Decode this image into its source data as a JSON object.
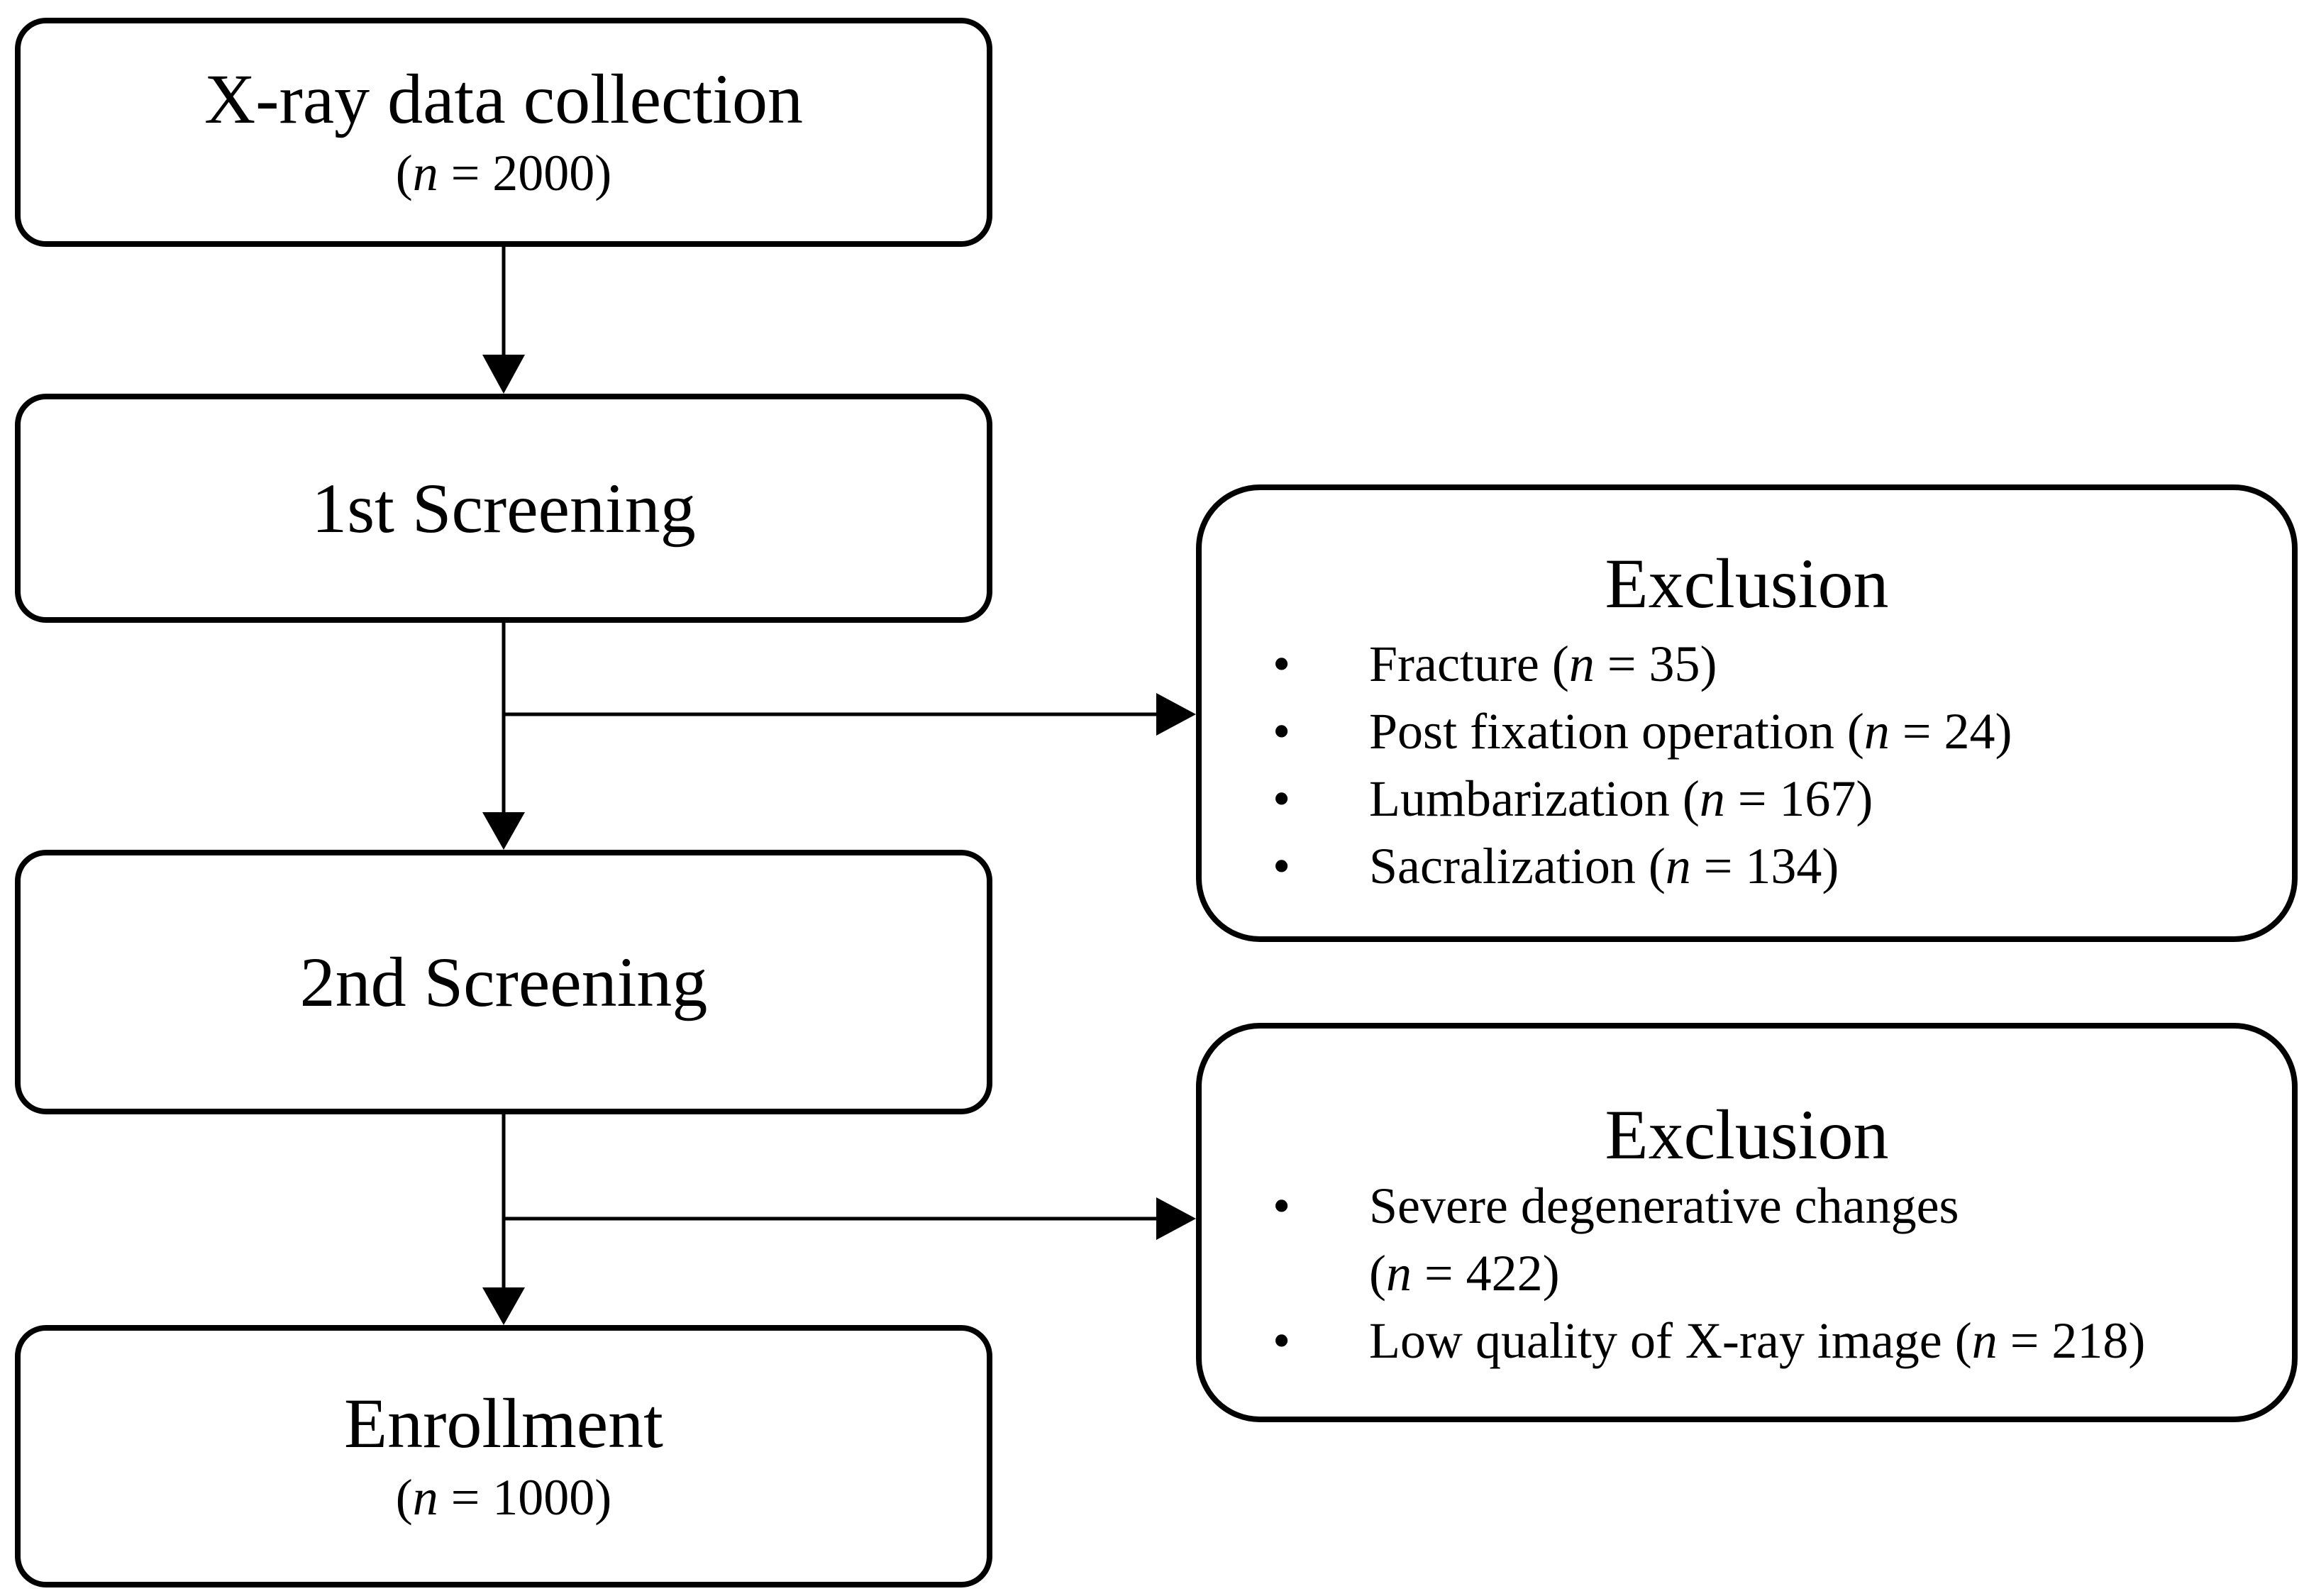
{
  "flow": {
    "collection": {
      "title": "X-ray data collection",
      "n_prefix": "(",
      "n_symbol": "n",
      "n_value": " = 2000)"
    },
    "screen1": {
      "title": "1st Screening"
    },
    "screen2": {
      "title": "2nd Screening"
    },
    "enrollment": {
      "title": "Enrollment",
      "n_prefix": "(",
      "n_symbol": "n",
      "n_value": " = 1000)"
    }
  },
  "exclusion1": {
    "title": "Exclusion",
    "bullet": "•",
    "items": [
      {
        "label": "Fracture (",
        "n_symbol": "n",
        "n_value": " = 35)"
      },
      {
        "label": "Post fixation operation (",
        "n_symbol": "n",
        "n_value": " = 24)"
      },
      {
        "label": "Lumbarization (",
        "n_symbol": "n",
        "n_value": " = 167)"
      },
      {
        "label": "Sacralization (",
        "n_symbol": "n",
        "n_value": " = 134)"
      }
    ]
  },
  "exclusion2": {
    "title": "Exclusion",
    "bullet": "•",
    "items": [
      {
        "label": "Severe degenerative changes",
        "n_prefix": "(",
        "n_symbol": "n",
        "n_value": " = 422)"
      },
      {
        "label": "Low quality of X-ray image (",
        "n_symbol": "n",
        "n_value": " = 218)"
      }
    ]
  },
  "colors": {
    "stroke": "#000000",
    "background": "#ffffff"
  }
}
